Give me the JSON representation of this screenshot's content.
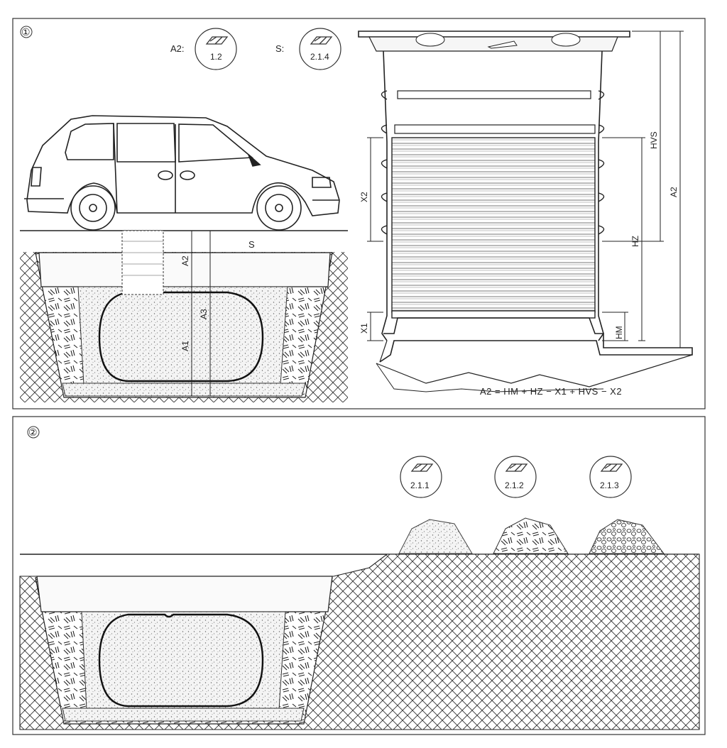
{
  "panel1": {
    "number": "①",
    "badge_a2": {
      "prefix": "A2:",
      "ref": "1.2"
    },
    "badge_s": {
      "prefix": "S:",
      "ref": "2.1.4"
    },
    "label_s": "S",
    "dims_left": {
      "a2": "A2",
      "a3": "A3",
      "a1": "A1"
    },
    "dims_right": {
      "x2": "X2",
      "x1": "X1",
      "hvs": "HVS",
      "a2": "A2",
      "hz": "HZ",
      "hm": "HM"
    },
    "formula": "A2 = HM + HZ − X1 + HVS − X2"
  },
  "panel2": {
    "number": "②",
    "badges": [
      "2.1.1",
      "2.1.2",
      "2.1.3"
    ]
  }
}
